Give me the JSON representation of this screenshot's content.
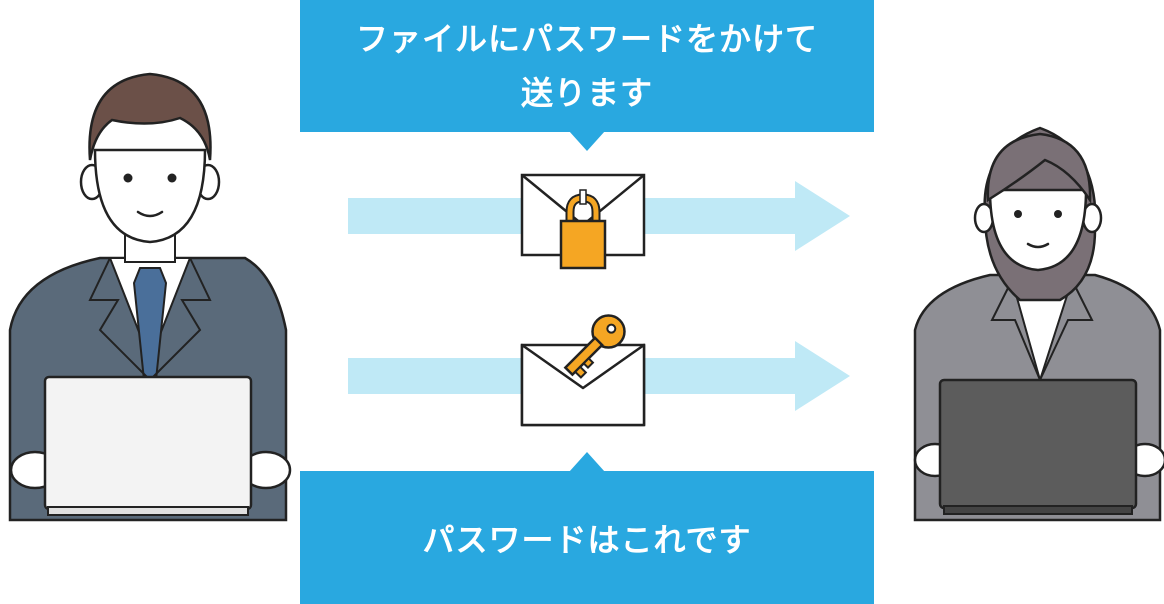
{
  "top_callout": {
    "text": "ファイルにパスワードをかけて\n送ります",
    "line1": "ファイルにパスワードをかけて",
    "line2": "送ります"
  },
  "bottom_callout": {
    "text": "パスワードはこれです"
  },
  "colors": {
    "callout_blue": "#29a8e0",
    "arrow_light_blue": "#bfe9f6",
    "lock_orange": "#f5a623",
    "key_orange": "#f5a623",
    "man_suit": "#5a6a7a",
    "man_tie": "#4a6f9a",
    "man_hair": "#6b5048",
    "woman_suit": "#8f8f95",
    "woman_hair": "#7a7076",
    "woman_laptop": "#5c5c5c",
    "man_laptop": "#f3f3f3"
  }
}
